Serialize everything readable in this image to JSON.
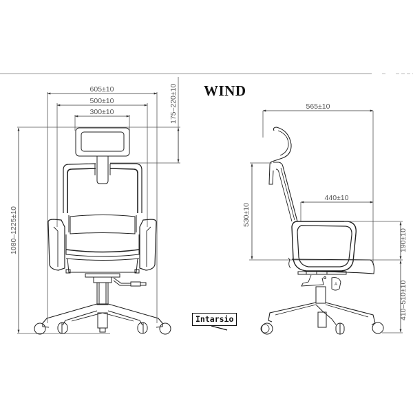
{
  "title": "WIND",
  "brand": "Intarsio",
  "colors": {
    "line": "#222222",
    "dimension_line": "#555555",
    "frame_line": "#9a9a9a",
    "background": "#ffffff"
  },
  "front_view": {
    "dimensions": {
      "overall_width": "605±10",
      "backrest_width": "500±10",
      "headrest_width": "300±10",
      "headrest_adjustment": "175–220±10",
      "overall_height": "1080–1225±10"
    }
  },
  "side_view": {
    "dimensions": {
      "overall_depth": "565±10",
      "seat_depth": "440±10",
      "backrest_height": "530±10",
      "armrest_height": "190±10",
      "seat_height": "410–510±10"
    },
    "mechanism_label": "A"
  }
}
